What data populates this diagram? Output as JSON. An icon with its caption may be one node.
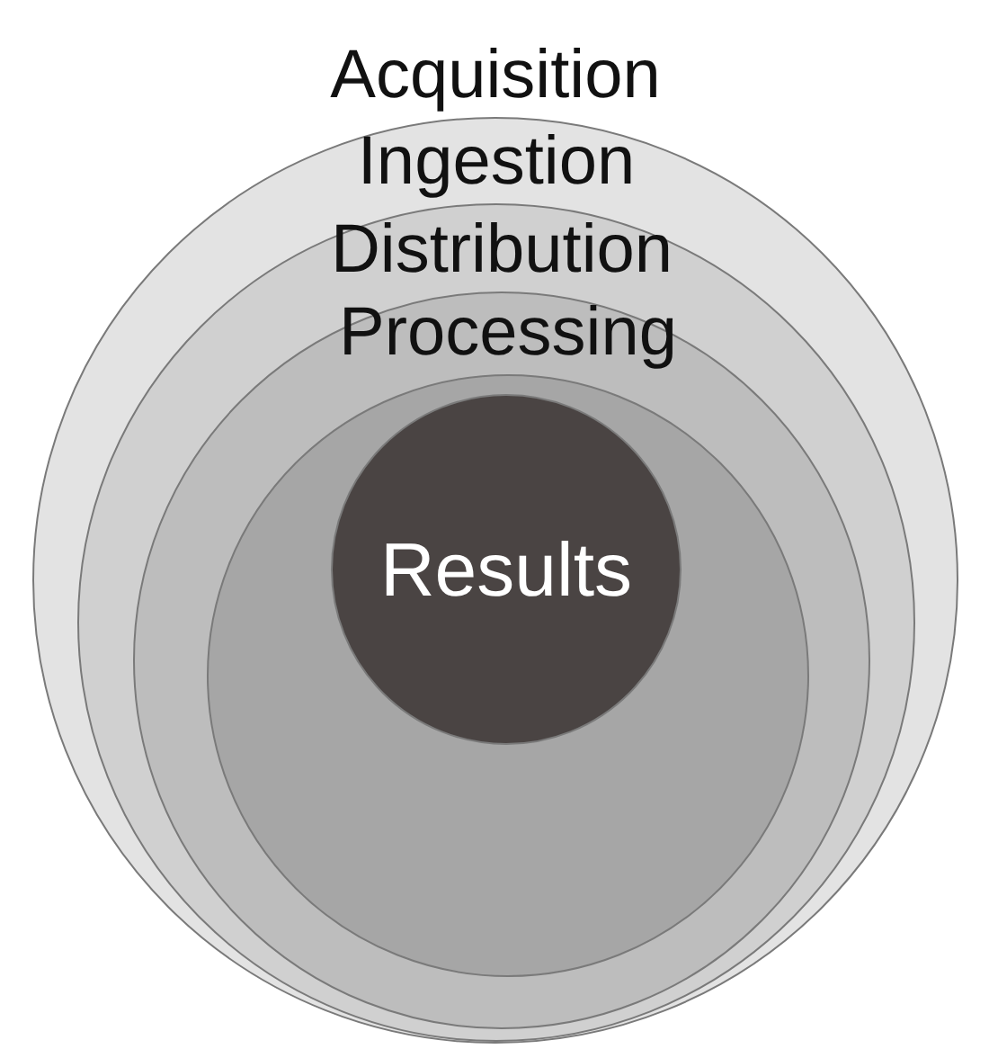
{
  "diagram": {
    "nodes": [
      {
        "text": [
          "Acquisition"
        ]
      },
      {
        "text": [
          "Ingestion"
        ],
        "in": 0
      },
      {
        "text": [
          "Distribution"
        ],
        "in": 1
      },
      {
        "text": [
          "Processing"
        ],
        "in": 2
      },
      {
        "text": [
          "Results"
        ],
        "in": 3
      }
    ]
  }
}
